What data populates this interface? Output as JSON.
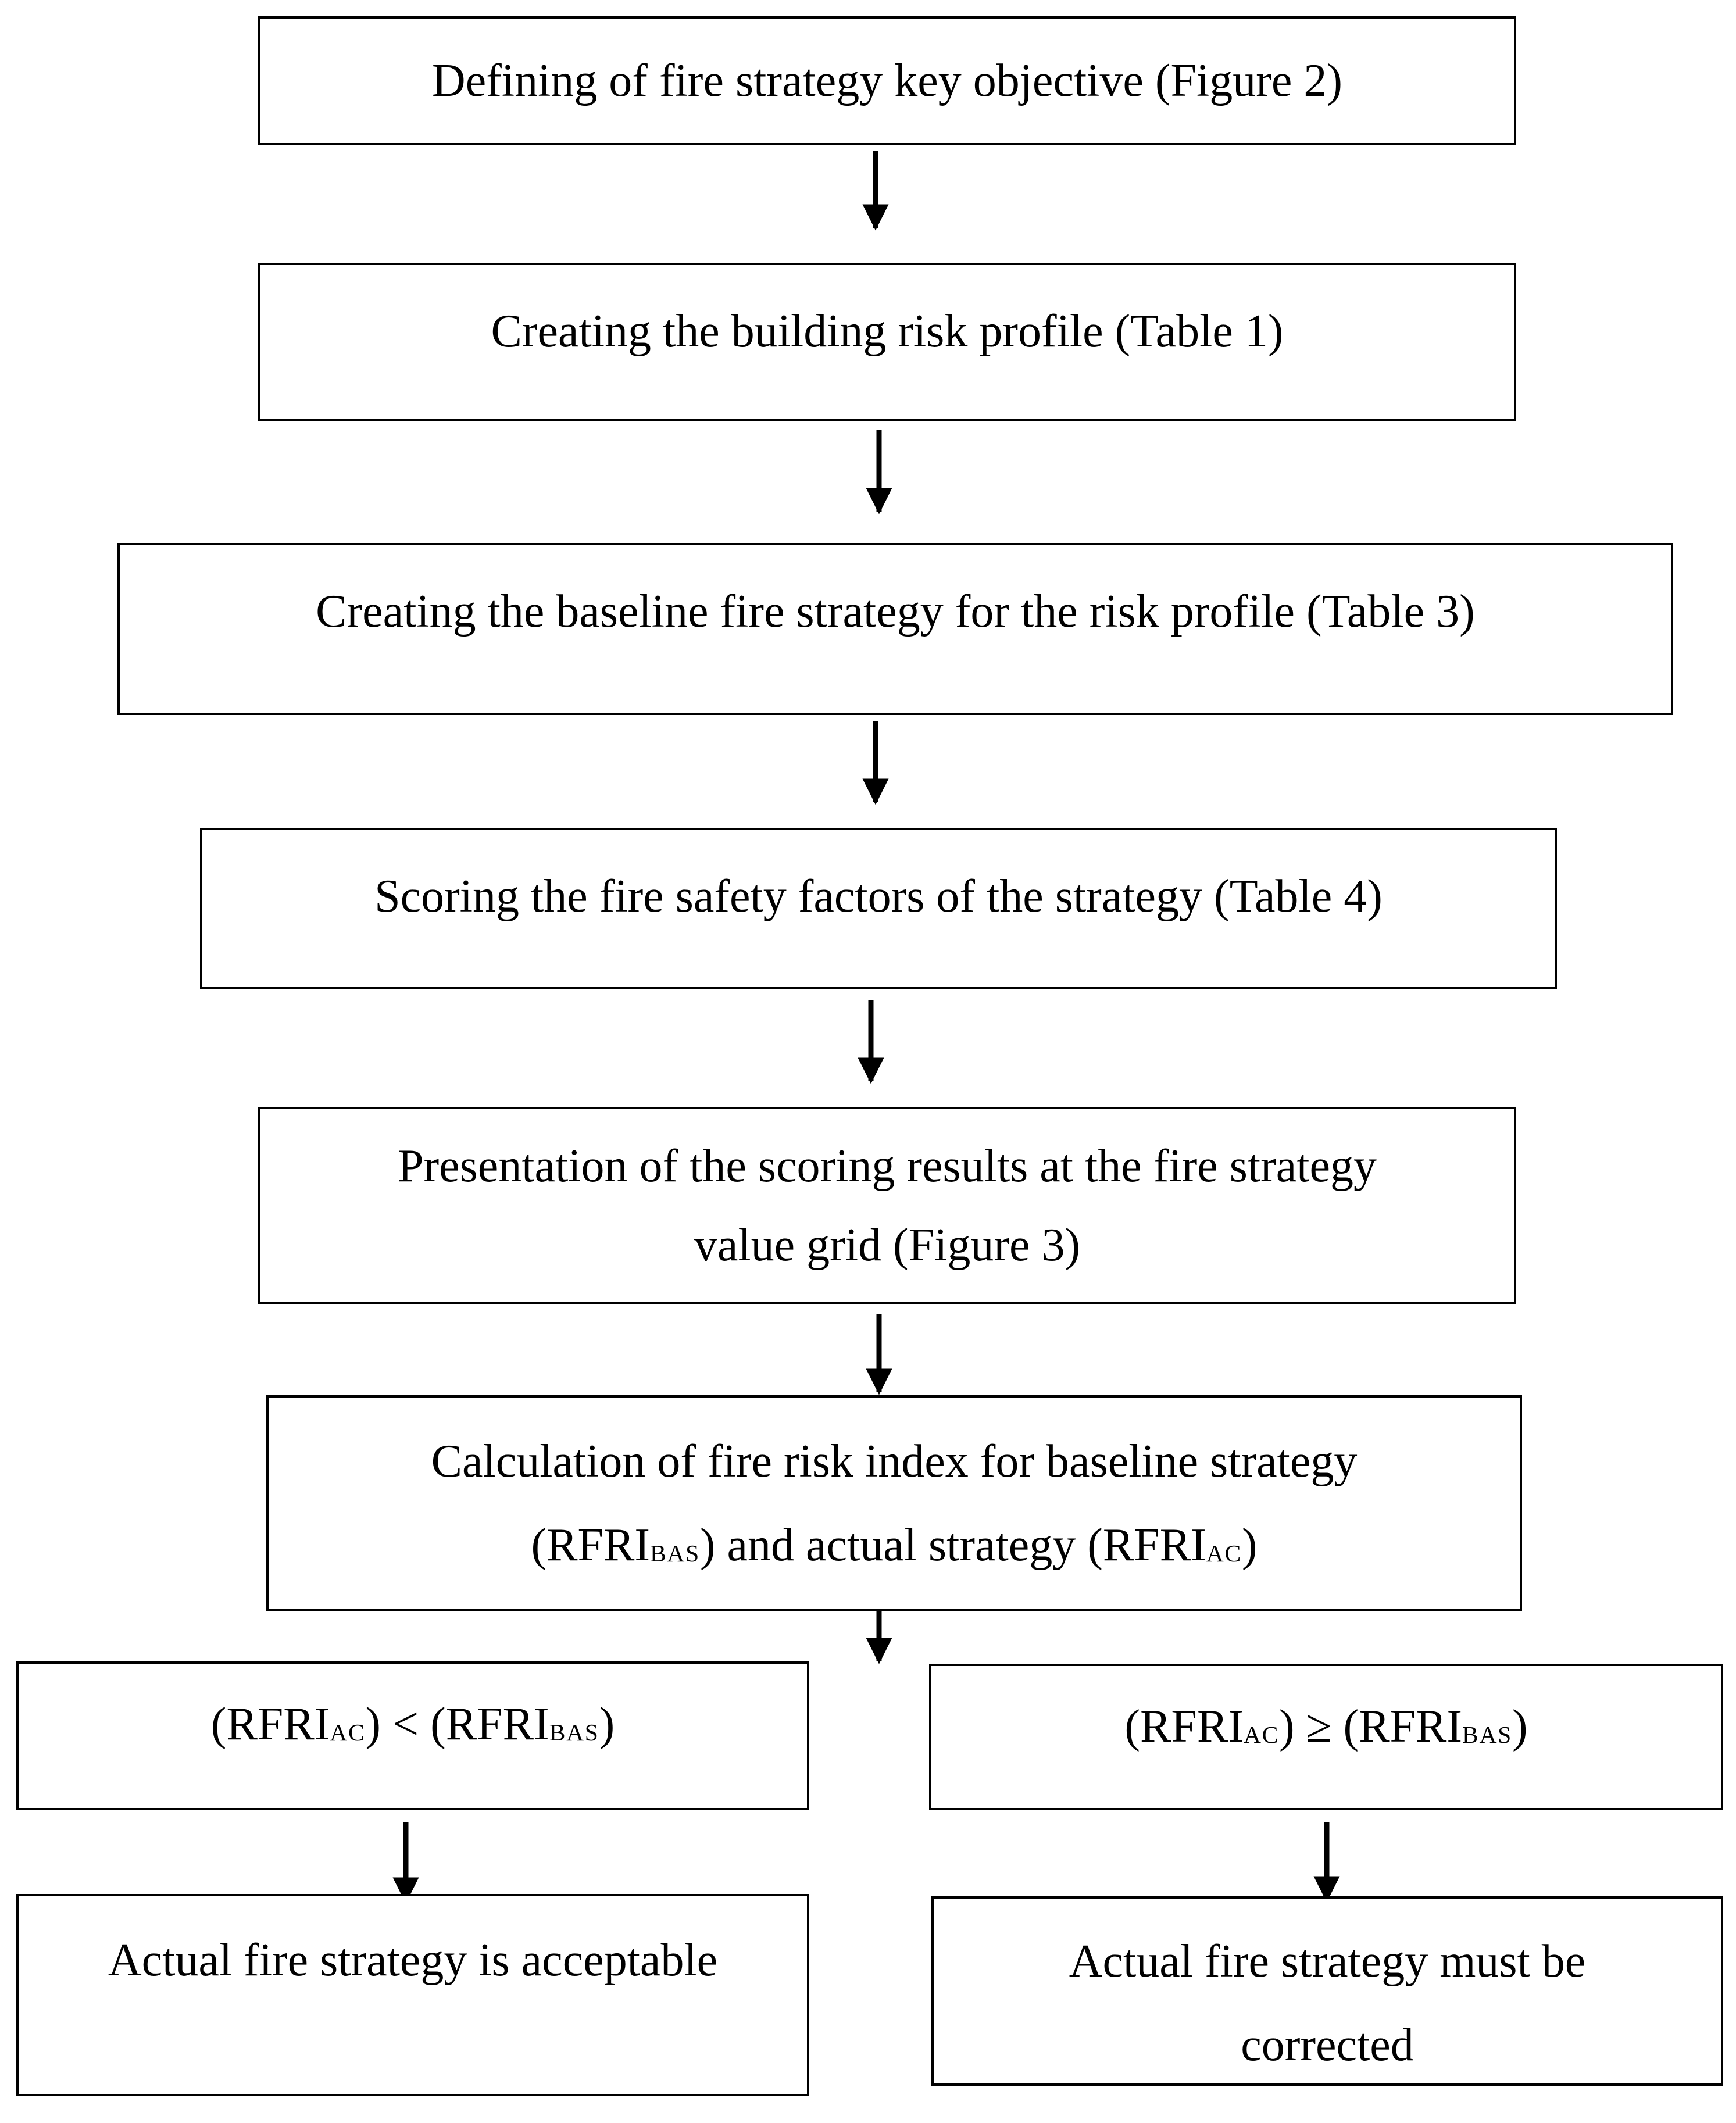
{
  "flow": {
    "step1": "Defining of fire strategy key objective (Figure 2)",
    "step2": "Creating the building risk profile (Table 1)",
    "step3": "Creating the baseline fire strategy for the risk profile (Table 3)",
    "step4": "Scoring the fire safety factors of the strategy (Table 4)",
    "step5_line1": "Presentation of the scoring results at the fire strategy",
    "step5_line2": "value grid (Figure 3)",
    "step6_line1": "Calculation of fire risk index for baseline strategy",
    "step6_line2": {
      "p1": "(RFRI",
      "sub1": "BAS",
      "p2": ") and actual strategy (RFRI",
      "sub2": "AC",
      "p3": ")"
    },
    "cond_left": {
      "p1": "(RFRI",
      "sub1": "AC",
      "p2": ") < (RFRI",
      "sub2": "BAS",
      "p3": ")"
    },
    "cond_right": {
      "p1": "(RFRI",
      "sub1": "AC",
      "p2": ") ≥ (RFRI",
      "sub2": "BAS",
      "p3": ")"
    },
    "result_left": "Actual fire strategy is acceptable",
    "result_right_line1": "Actual fire strategy must be",
    "result_right_line2": "corrected"
  },
  "colors": {
    "stroke": "#000000",
    "background": "#ffffff",
    "text": "#000000"
  }
}
